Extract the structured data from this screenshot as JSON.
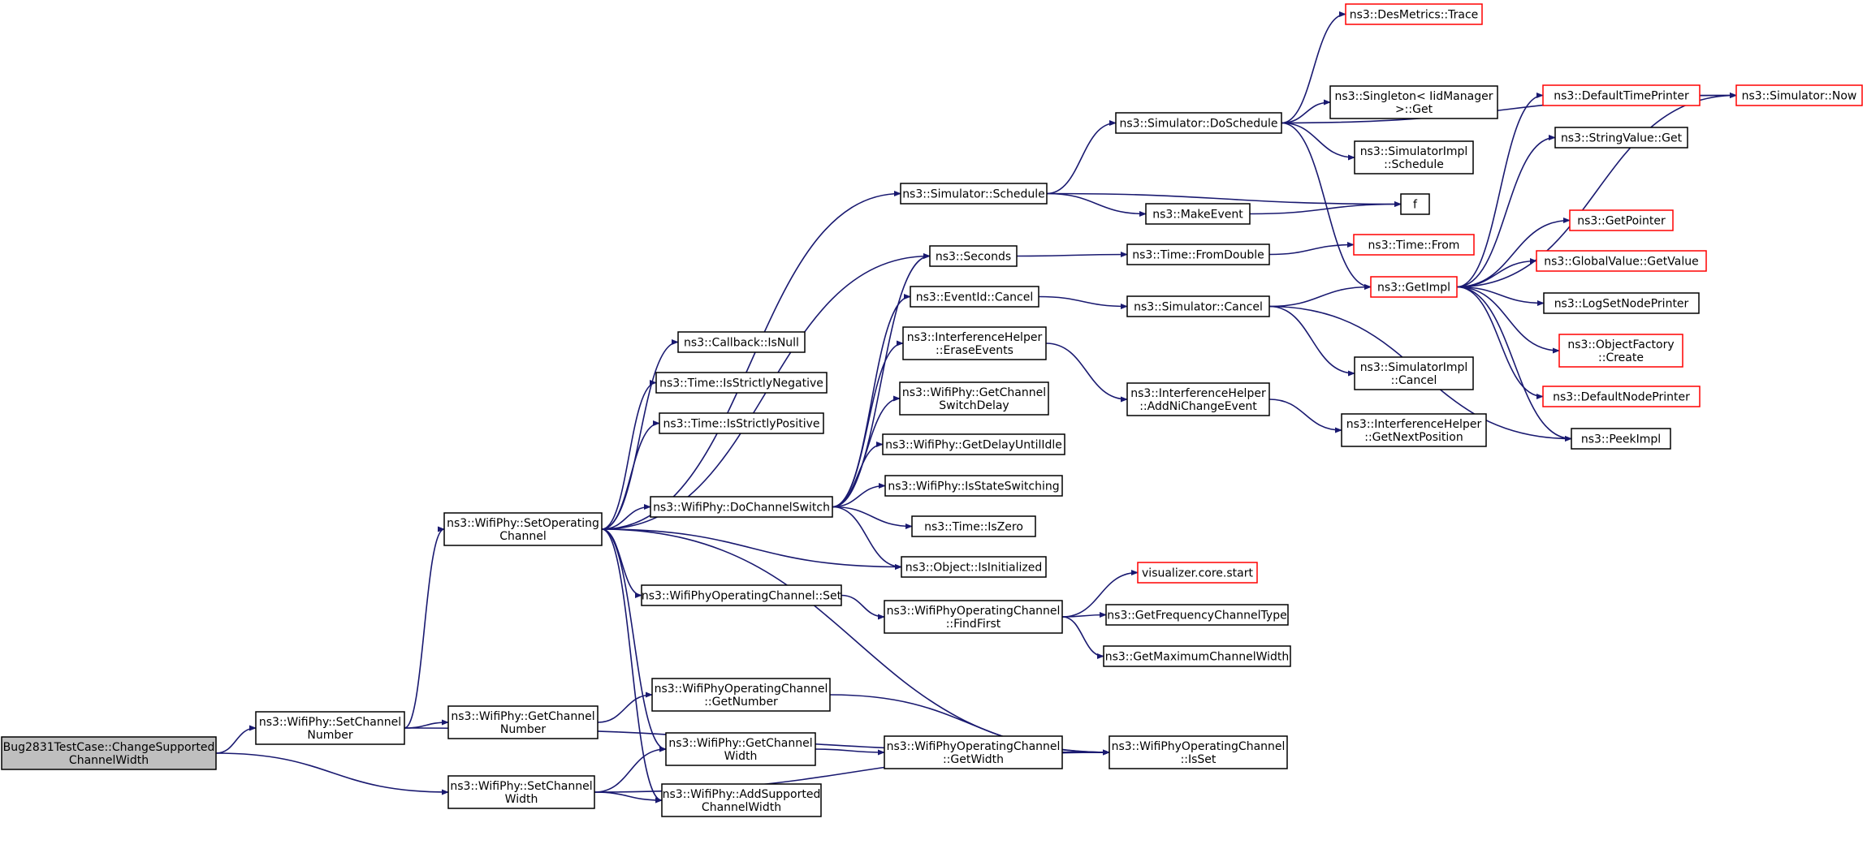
{
  "colors": {
    "edge": "#191970",
    "root_fill": "#bfbfbf",
    "normal_border": "#000000",
    "truncated_border": "#ff0000",
    "node_fill": "#ffffff"
  },
  "nodes": {
    "bug2831": {
      "lines": [
        "Bug2831TestCase::ChangeSupported",
        "ChannelWidth"
      ],
      "root": true
    },
    "setChannelNumber": {
      "lines": [
        "ns3::WifiPhy::SetChannel",
        "Number"
      ]
    },
    "setChannelWidth": {
      "lines": [
        "ns3::WifiPhy::SetChannel",
        "Width"
      ]
    },
    "setOperatingChannel": {
      "lines": [
        "ns3::WifiPhy::SetOperating",
        "Channel"
      ]
    },
    "getChannelNumber": {
      "lines": [
        "ns3::WifiPhy::GetChannel",
        "Number"
      ]
    },
    "simSchedule": {
      "lines": [
        "ns3::Simulator::Schedule"
      ]
    },
    "callbackIsNull": {
      "lines": [
        "ns3::Callback::IsNull"
      ]
    },
    "timeIsStrictlyNegative": {
      "lines": [
        "ns3::Time::IsStrictlyNegative"
      ]
    },
    "timeIsStrictlyPositive": {
      "lines": [
        "ns3::Time::IsStrictlyPositive"
      ]
    },
    "doChannelSwitch": {
      "lines": [
        "ns3::WifiPhy::DoChannelSwitch"
      ]
    },
    "opChanSet": {
      "lines": [
        "ns3::WifiPhyOperatingChannel::Set"
      ]
    },
    "opChanGetNumber": {
      "lines": [
        "ns3::WifiPhyOperatingChannel",
        "::GetNumber"
      ]
    },
    "getChannelWidth": {
      "lines": [
        "ns3::WifiPhy::GetChannel",
        "Width"
      ]
    },
    "addSupportedChannelWidth": {
      "lines": [
        "ns3::WifiPhy::AddSupported",
        "ChannelWidth"
      ]
    },
    "seconds": {
      "lines": [
        "ns3::Seconds"
      ]
    },
    "eventIdCancel": {
      "lines": [
        "ns3::EventId::Cancel"
      ]
    },
    "ihEraseEvents": {
      "lines": [
        "ns3::InterferenceHelper",
        "::EraseEvents"
      ]
    },
    "getChannelSwitchDelay": {
      "lines": [
        "ns3::WifiPhy::GetChannel",
        "SwitchDelay"
      ]
    },
    "getDelayUntilIdle": {
      "lines": [
        "ns3::WifiPhy::GetDelayUntilIdle"
      ]
    },
    "isStateSwitching": {
      "lines": [
        "ns3::WifiPhy::IsStateSwitching"
      ]
    },
    "timeIsZero": {
      "lines": [
        "ns3::Time::IsZero"
      ]
    },
    "objectIsInitialized": {
      "lines": [
        "ns3::Object::IsInitialized"
      ]
    },
    "opChanFindFirst": {
      "lines": [
        "ns3::WifiPhyOperatingChannel",
        "::FindFirst"
      ]
    },
    "opChanGetWidth": {
      "lines": [
        "ns3::WifiPhyOperatingChannel",
        "::GetWidth"
      ]
    },
    "opChanIsSet": {
      "lines": [
        "ns3::WifiPhyOperatingChannel",
        "::IsSet"
      ]
    },
    "simDoSchedule": {
      "lines": [
        "ns3::Simulator::DoSchedule"
      ]
    },
    "makeEvent": {
      "lines": [
        "ns3::MakeEvent"
      ]
    },
    "f": {
      "lines": [
        "f"
      ]
    },
    "timeFromDouble": {
      "lines": [
        "ns3::Time::FromDouble"
      ]
    },
    "simCancel": {
      "lines": [
        "ns3::Simulator::Cancel"
      ]
    },
    "ihAddNiChangeEvent": {
      "lines": [
        "ns3::InterferenceHelper",
        "::AddNiChangeEvent"
      ]
    },
    "visualizerStart": {
      "lines": [
        "visualizer.core.start"
      ],
      "truncated": true
    },
    "getFrequencyChannelType": {
      "lines": [
        "ns3::GetFrequencyChannelType"
      ]
    },
    "getMaximumChannelWidth": {
      "lines": [
        "ns3::GetMaximumChannelWidth"
      ]
    },
    "desMetricsTrace": {
      "lines": [
        "ns3::DesMetrics::Trace"
      ],
      "truncated": true
    },
    "singletonGet": {
      "lines": [
        "ns3::Singleton< IidManager",
        ">::Get"
      ]
    },
    "simImplSchedule": {
      "lines": [
        "ns3::SimulatorImpl",
        "::Schedule"
      ]
    },
    "timeFrom": {
      "lines": [
        "ns3::Time::From"
      ],
      "truncated": true
    },
    "getImpl": {
      "lines": [
        "ns3::GetImpl"
      ],
      "truncated": true
    },
    "simImplCancel": {
      "lines": [
        "ns3::SimulatorImpl",
        "::Cancel"
      ]
    },
    "ihGetNextPosition": {
      "lines": [
        "ns3::InterferenceHelper",
        "::GetNextPosition"
      ]
    },
    "defaultTimePrinter": {
      "lines": [
        "ns3::DefaultTimePrinter"
      ],
      "truncated": true
    },
    "stringValueGet": {
      "lines": [
        "ns3::StringValue::Get"
      ]
    },
    "getPointer": {
      "lines": [
        "ns3::GetPointer"
      ],
      "truncated": true
    },
    "globalValueGetValue": {
      "lines": [
        "ns3::GlobalValue::GetValue"
      ],
      "truncated": true
    },
    "logSetNodePrinter": {
      "lines": [
        "ns3::LogSetNodePrinter"
      ]
    },
    "objectFactoryCreate": {
      "lines": [
        "ns3::ObjectFactory",
        "::Create"
      ],
      "truncated": true
    },
    "defaultNodePrinter": {
      "lines": [
        "ns3::DefaultNodePrinter"
      ],
      "truncated": true
    },
    "peekImpl": {
      "lines": [
        "ns3::PeekImpl"
      ]
    },
    "simNow": {
      "lines": [
        "ns3::Simulator::Now"
      ],
      "truncated": true
    }
  },
  "edges": [
    [
      "bug2831",
      "setChannelNumber"
    ],
    [
      "bug2831",
      "setChannelWidth"
    ],
    [
      "setChannelNumber",
      "setOperatingChannel"
    ],
    [
      "setChannelNumber",
      "getChannelNumber"
    ],
    [
      "setChannelNumber",
      "opChanIsSet"
    ],
    [
      "setChannelWidth",
      "getChannelWidth"
    ],
    [
      "setChannelWidth",
      "addSupportedChannelWidth"
    ],
    [
      "setChannelWidth",
      "opChanIsSet"
    ],
    [
      "setOperatingChannel",
      "simSchedule"
    ],
    [
      "setOperatingChannel",
      "callbackIsNull"
    ],
    [
      "setOperatingChannel",
      "timeIsStrictlyNegative"
    ],
    [
      "setOperatingChannel",
      "timeIsStrictlyPositive"
    ],
    [
      "setOperatingChannel",
      "seconds"
    ],
    [
      "setOperatingChannel",
      "doChannelSwitch"
    ],
    [
      "setOperatingChannel",
      "objectIsInitialized"
    ],
    [
      "setOperatingChannel",
      "opChanSet"
    ],
    [
      "setOperatingChannel",
      "opChanIsSet"
    ],
    [
      "setOperatingChannel",
      "getChannelWidth"
    ],
    [
      "setOperatingChannel",
      "addSupportedChannelWidth"
    ],
    [
      "getChannelNumber",
      "opChanGetNumber"
    ],
    [
      "opChanGetNumber",
      "opChanIsSet"
    ],
    [
      "getChannelWidth",
      "opChanGetWidth"
    ],
    [
      "opChanGetWidth",
      "opChanIsSet"
    ],
    [
      "opChanSet",
      "opChanFindFirst"
    ],
    [
      "opChanFindFirst",
      "visualizerStart"
    ],
    [
      "opChanFindFirst",
      "getFrequencyChannelType"
    ],
    [
      "opChanFindFirst",
      "getMaximumChannelWidth"
    ],
    [
      "doChannelSwitch",
      "seconds"
    ],
    [
      "doChannelSwitch",
      "eventIdCancel"
    ],
    [
      "doChannelSwitch",
      "ihEraseEvents"
    ],
    [
      "doChannelSwitch",
      "getChannelSwitchDelay"
    ],
    [
      "doChannelSwitch",
      "getDelayUntilIdle"
    ],
    [
      "doChannelSwitch",
      "isStateSwitching"
    ],
    [
      "doChannelSwitch",
      "timeIsZero"
    ],
    [
      "doChannelSwitch",
      "objectIsInitialized"
    ],
    [
      "simSchedule",
      "simDoSchedule"
    ],
    [
      "simSchedule",
      "makeEvent"
    ],
    [
      "simSchedule",
      "f"
    ],
    [
      "makeEvent",
      "f"
    ],
    [
      "simDoSchedule",
      "desMetricsTrace"
    ],
    [
      "simDoSchedule",
      "simNow"
    ],
    [
      "simDoSchedule",
      "singletonGet"
    ],
    [
      "simDoSchedule",
      "simImplSchedule"
    ],
    [
      "simDoSchedule",
      "getImpl"
    ],
    [
      "seconds",
      "timeFromDouble"
    ],
    [
      "timeFromDouble",
      "timeFrom"
    ],
    [
      "eventIdCancel",
      "simCancel"
    ],
    [
      "simCancel",
      "getImpl"
    ],
    [
      "simCancel",
      "simImplCancel"
    ],
    [
      "simCancel",
      "peekImpl"
    ],
    [
      "ihEraseEvents",
      "ihAddNiChangeEvent"
    ],
    [
      "ihAddNiChangeEvent",
      "ihGetNextPosition"
    ],
    [
      "getImpl",
      "defaultTimePrinter"
    ],
    [
      "getImpl",
      "stringValueGet"
    ],
    [
      "getImpl",
      "simNow"
    ],
    [
      "getImpl",
      "getPointer"
    ],
    [
      "getImpl",
      "globalValueGetValue"
    ],
    [
      "getImpl",
      "logSetNodePrinter"
    ],
    [
      "getImpl",
      "objectFactoryCreate"
    ],
    [
      "getImpl",
      "defaultNodePrinter"
    ],
    [
      "getImpl",
      "peekImpl"
    ],
    [
      "defaultTimePrinter",
      "simNow"
    ]
  ]
}
